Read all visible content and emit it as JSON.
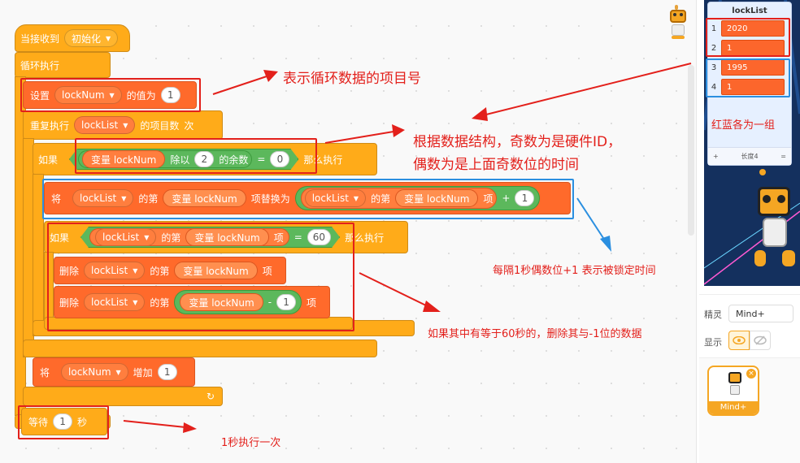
{
  "blocks": {
    "hat": {
      "label": "当接收到",
      "dropdown": "初始化"
    },
    "forever": {
      "label": "循环执行"
    },
    "set_var": {
      "label": "设置",
      "var": "lockNum",
      "suffix": "的值为",
      "value": "1"
    },
    "repeat": {
      "label": "重复执行",
      "list": "lockList",
      "suffix": "的项目数",
      "tail": "次"
    },
    "if1": {
      "label": "如果",
      "var_pill": "变量 lockNum",
      "op": "除以",
      "divisor": "2",
      "mod_label": "的余数",
      "eq": "=",
      "rhs": "0",
      "then": "那么执行"
    },
    "replace": {
      "label": "将",
      "list": "lockList",
      "nth": "的第",
      "var_pill": "变量 lockNum",
      "action": "项替换为",
      "list2": "lockList",
      "nth2": "的第",
      "var_pill2": "变量 lockNum",
      "item": "项",
      "plus": "+",
      "add": "1"
    },
    "if2": {
      "label": "如果",
      "list": "lockList",
      "nth": "的第",
      "var_pill": "变量 lockNum",
      "item": "项",
      "eq": "=",
      "rhs": "60",
      "then": "那么执行"
    },
    "delete1": {
      "label": "删除",
      "list": "lockList",
      "nth": "的第",
      "var_pill": "变量 lockNum",
      "item": "项"
    },
    "delete2": {
      "label": "删除",
      "list": "lockList",
      "nth": "的第",
      "var_pill": "变量 lockNum",
      "minus": "-",
      "sub": "1",
      "item": "项"
    },
    "change": {
      "label": "将",
      "var": "lockNum",
      "suffix": "增加",
      "value": "1"
    },
    "wait": {
      "label": "等待",
      "value": "1",
      "unit": "秒"
    }
  },
  "annotations": {
    "a1": "表示循环数据的项目号",
    "a2_line1": "根据数据结构，奇数为是硬件ID，",
    "a2_line2": "偶数为是上面奇数位的时间",
    "a3": "每隔1秒偶数位+1 表示被锁定时间",
    "a4": "如果其中有等于60秒的，删除其与-1位的数据",
    "a5": "1秒执行一次",
    "list_note": "红蓝各为一组"
  },
  "list_monitor": {
    "title": "lockList",
    "items": [
      {
        "index": "1",
        "value": "2020"
      },
      {
        "index": "2",
        "value": "1"
      },
      {
        "index": "3",
        "value": "1995"
      },
      {
        "index": "4",
        "value": "1"
      }
    ],
    "plus": "+",
    "length_label": "长度4",
    "resize": "="
  },
  "sprite_panel": {
    "sprite_label": "精灵",
    "sprite_name": "Mind+",
    "show_label": "显示",
    "thumb_name": "Mind+"
  },
  "colors": {
    "control": "#ffab19",
    "data_list": "#ff6a2b",
    "operator": "#5cb85c",
    "annotation": "#e3201b",
    "highlight_blue": "#2b8fe0"
  }
}
